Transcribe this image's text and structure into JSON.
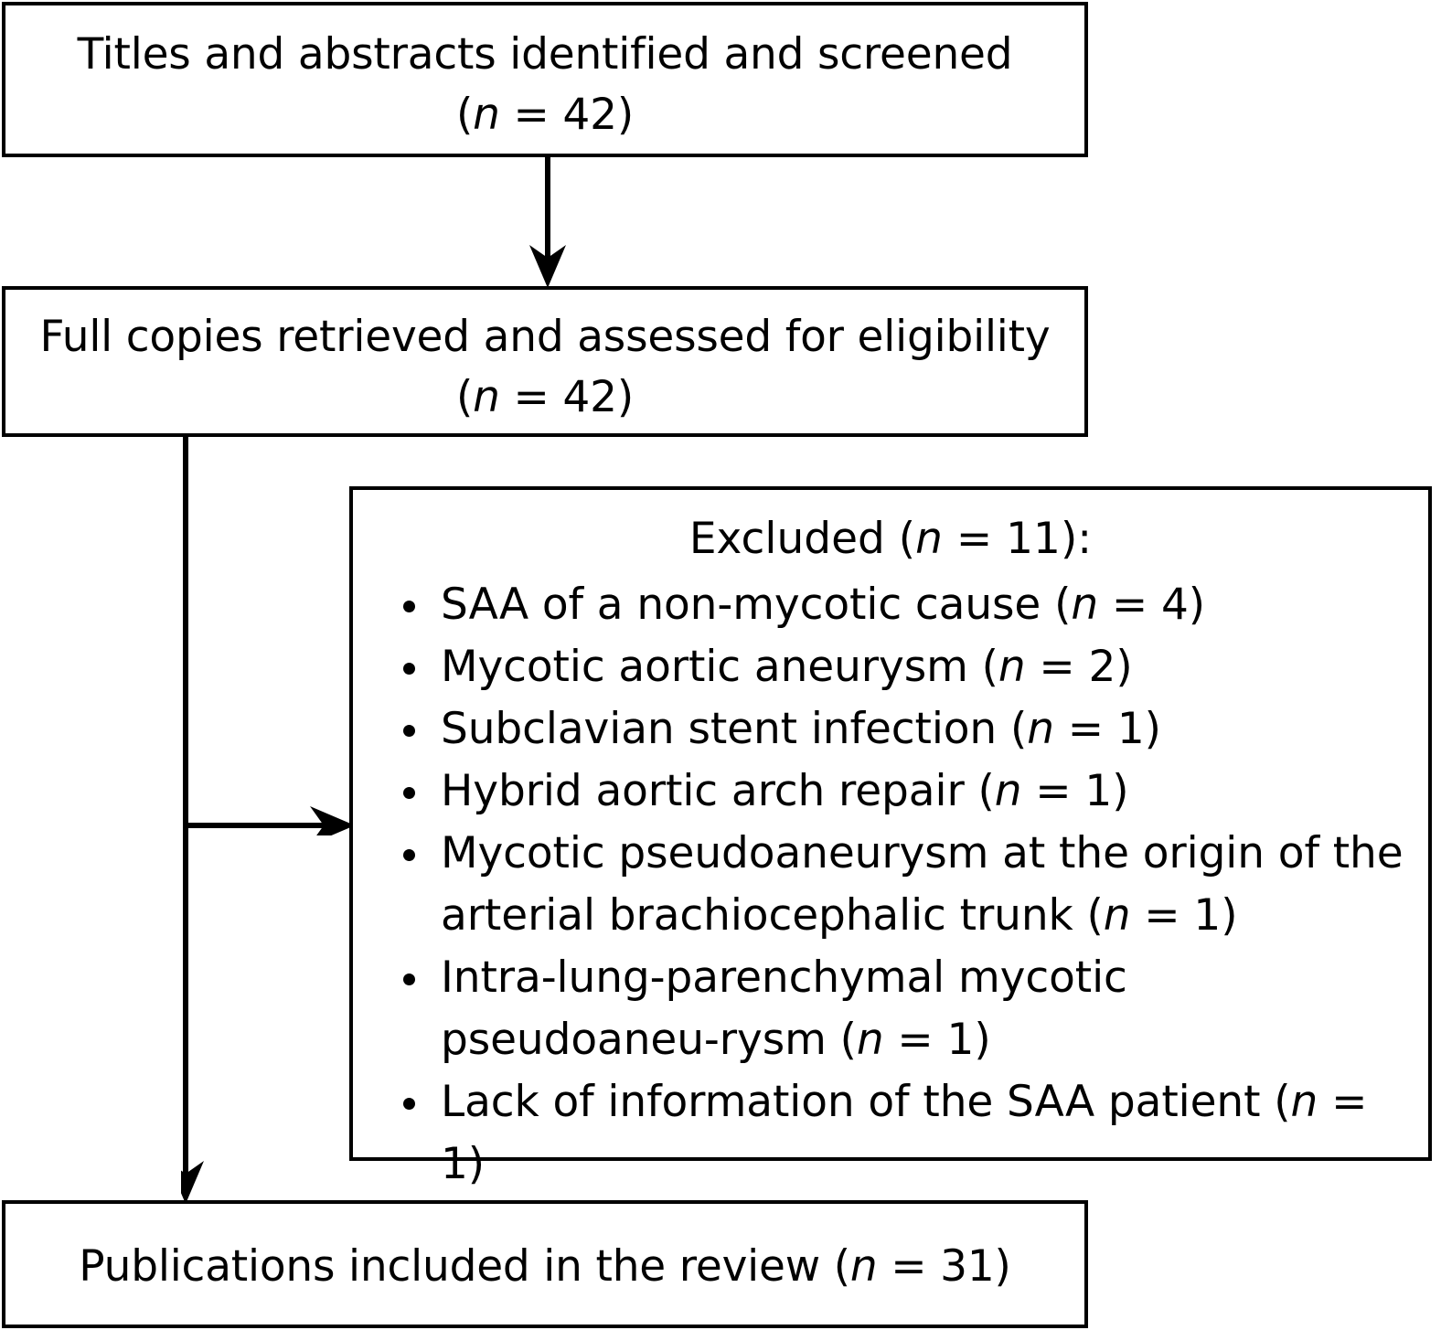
{
  "diagram": {
    "type": "prisma-flow-diagram",
    "title": "Study selection flow",
    "line_color": "#000000",
    "background_color": "#ffffff",
    "text_color": "#000000"
  },
  "boxes": {
    "screened": {
      "label": "Titles and abstracts identified and screened",
      "count_line": "(n = 42)",
      "n": 42,
      "text": "Titles and abstracts identified and screened\n(n = 42)"
    },
    "eligibility": {
      "label": "Full copies retrieved and assessed for eligibility",
      "count_line": "(n = 42)",
      "n": 42,
      "text": "Full copies retrieved and assessed for eligibility\n(n = 42)"
    },
    "excluded": {
      "heading": "Excluded (n = 11):",
      "n": 11,
      "items": [
        {
          "reason": "SAA of a non-mycotic cause",
          "count_text": "(n = 4)",
          "n": 4,
          "text": "SAA of a non-mycotic cause (n = 4)"
        },
        {
          "reason": "Mycotic aortic aneurysm",
          "count_text": "(n = 2)",
          "n": 2,
          "text": "Mycotic aortic aneurysm (n = 2)"
        },
        {
          "reason": "Subclavian stent infection",
          "count_text": "(n = 1)",
          "n": 1,
          "text": "Subclavian stent infection (n = 1)"
        },
        {
          "reason": "Hybrid aortic arch repair",
          "count_text": "(n = 1)",
          "n": 1,
          "text": "Hybrid aortic arch repair (n = 1)"
        },
        {
          "reason": "Mycotic pseudoaneurysm at the origin of the arterial brachiocephalic trunk",
          "count_text": "(n = 1)",
          "n": 1,
          "text": "Mycotic pseudoaneurysm at the origin of the arterial brachiocephalic trunk (n = 1)"
        },
        {
          "reason": "Intra-lung-parenchymal mycotic pseudoaneurysm",
          "count_text": "(n = 1)",
          "n": 1,
          "text": "Intra-lung-parenchymal mycotic pseudoaneu-rysm (n = 1)"
        },
        {
          "reason": "Lack of information of the SAA patient",
          "count_text": "(n = 1)",
          "n": 1,
          "text": "Lack of information of the SAA patient (n = 1)"
        }
      ]
    },
    "included": {
      "label": "Publications included in the review",
      "count_text": "(n = 31)",
      "n": 31,
      "text": "Publications included in the review (n = 31)"
    }
  },
  "connectors": [
    {
      "name": "screened-to-eligibility",
      "from": "screened",
      "to": "eligibility",
      "direction": "down"
    },
    {
      "name": "eligibility-to-excluded",
      "from": "eligibility",
      "to": "excluded",
      "direction": "right"
    },
    {
      "name": "eligibility-to-included",
      "from": "eligibility",
      "to": "included",
      "direction": "down"
    }
  ]
}
